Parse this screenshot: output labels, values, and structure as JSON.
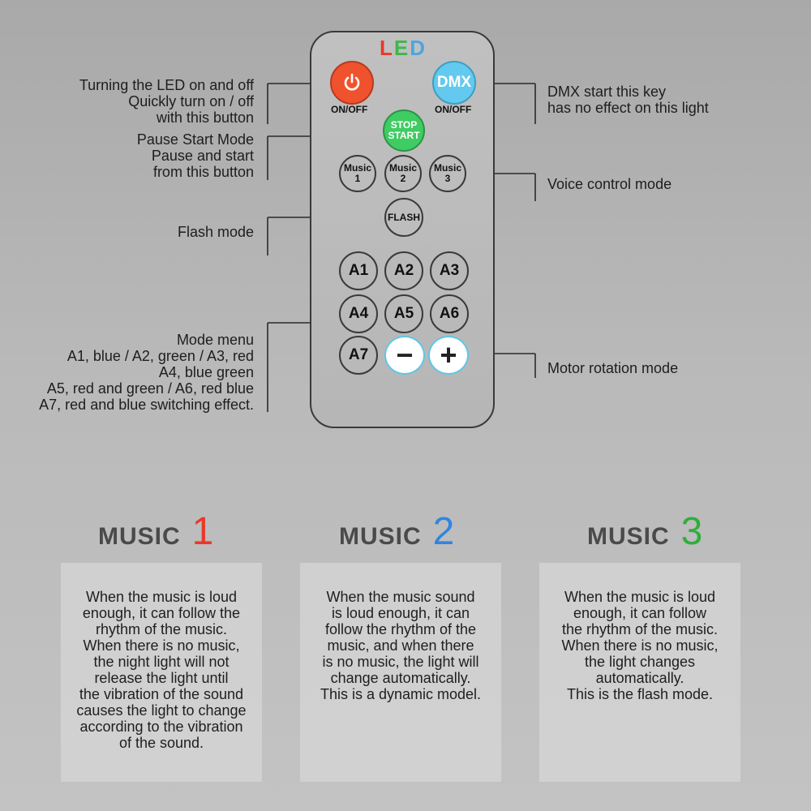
{
  "remote": {
    "led_letters": [
      {
        "char": "L",
        "color": "#e8392b"
      },
      {
        "char": "E",
        "color": "#3cb84a"
      },
      {
        "char": "D",
        "color": "#4aa7e0"
      }
    ],
    "power_label": "ON/OFF",
    "dmx_button": "DMX",
    "dmx_label": "ON/OFF",
    "stop_line1": "STOP",
    "stop_line2": "START",
    "music_buttons": [
      {
        "word": "Music",
        "num": "1"
      },
      {
        "word": "Music",
        "num": "2"
      },
      {
        "word": "Music",
        "num": "3"
      }
    ],
    "flash_button": "FLASH",
    "mode_buttons": [
      "A1",
      "A2",
      "A3",
      "A4",
      "A5",
      "A6",
      "A7"
    ],
    "minus_button": "−",
    "plus_button": "+"
  },
  "annotations": {
    "power": [
      "Turning the LED on and off",
      "Quickly turn on / off",
      "with this button"
    ],
    "pause": [
      "Pause Start Mode",
      "Pause and start",
      "from this button"
    ],
    "flash": [
      "Flash mode"
    ],
    "mode_menu": [
      "Mode menu",
      "A1, blue / A2, green / A3, red",
      "A4, blue green",
      "A5, red and green / A6, red blue",
      "A7, red and blue switching effect."
    ],
    "dmx": [
      "DMX start this key",
      "has no effect on this light"
    ],
    "voice": [
      "Voice control mode"
    ],
    "motor": [
      "Motor rotation mode"
    ]
  },
  "music_sections": [
    {
      "word": "MUSIC",
      "num": "1",
      "num_color": "#e8392b",
      "lines": [
        "When the music is loud",
        "enough, it can follow the",
        "rhythm of the music.",
        "When there is no music,",
        "the night light will not",
        "release the light until",
        "the vibration of the sound",
        "causes the light to change",
        "according to the vibration",
        "of the sound."
      ]
    },
    {
      "word": "MUSIC",
      "num": "2",
      "num_color": "#2f86e0",
      "lines": [
        "When the music sound",
        "is loud enough, it can",
        "follow the rhythm of the",
        "music, and when there",
        "is no music, the light will",
        "change automatically.",
        "This is a dynamic model."
      ]
    },
    {
      "word": "MUSIC",
      "num": "3",
      "num_color": "#2fae3b",
      "lines": [
        "When the music is loud",
        "enough, it can follow",
        "the rhythm of the music.",
        "When there is no music,",
        "the light changes",
        "automatically.",
        "This is the flash mode."
      ]
    }
  ]
}
